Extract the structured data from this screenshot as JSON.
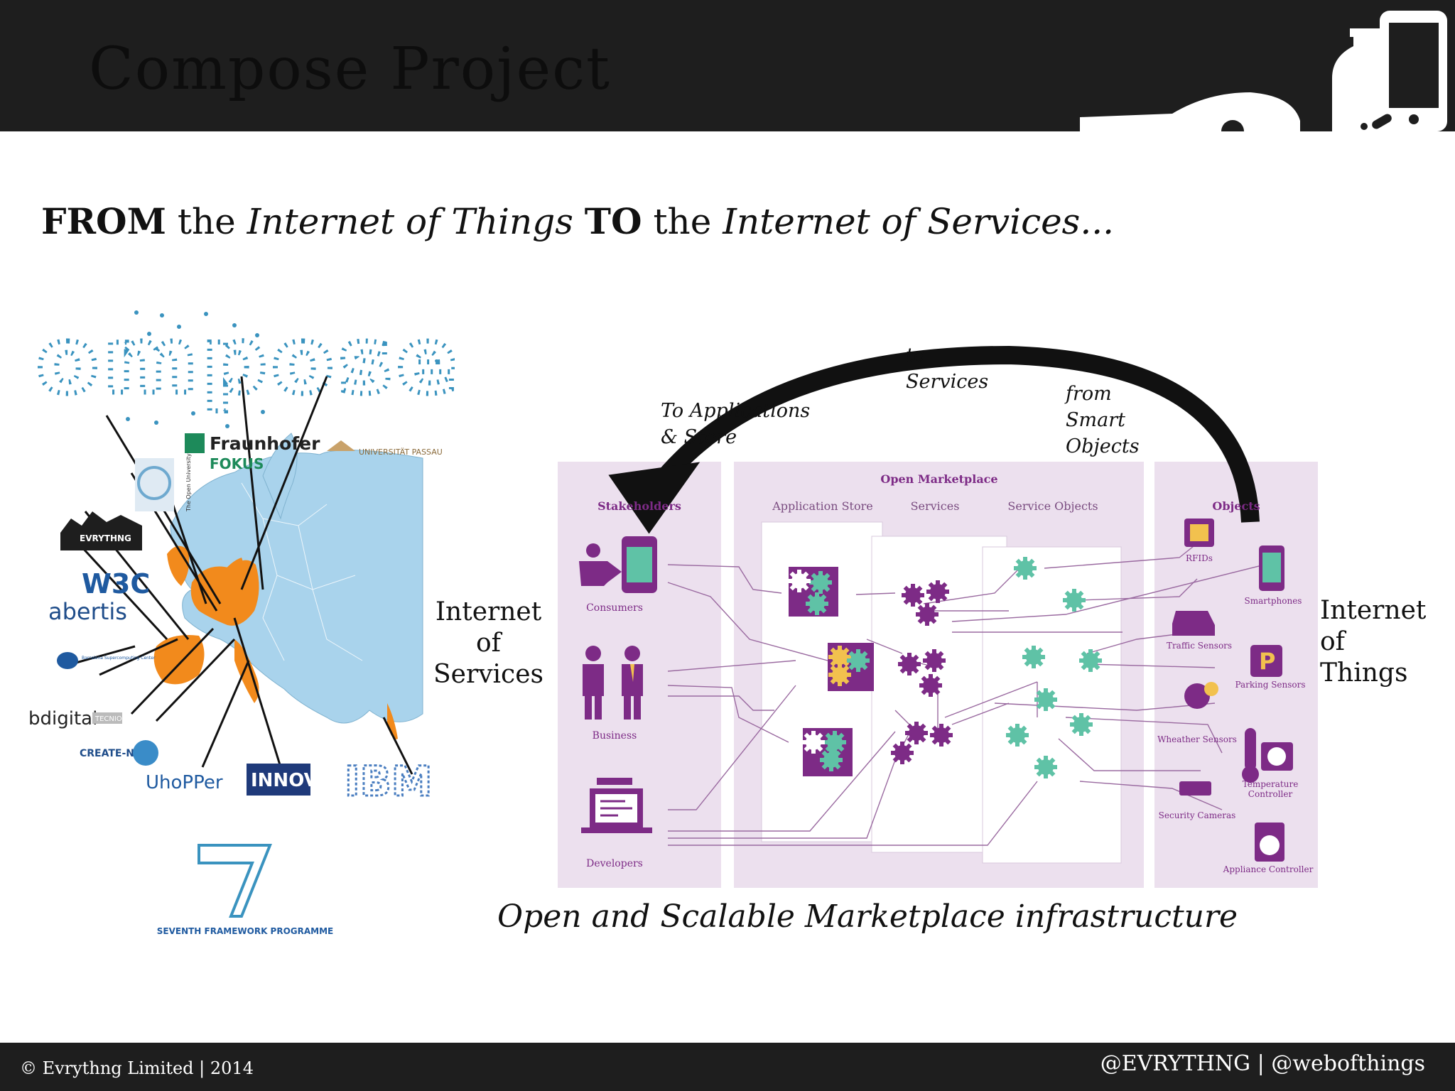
{
  "header": {
    "title": "Compose Project"
  },
  "subtitle": {
    "from": "FROM",
    "the1": "the",
    "iot": "Internet of  Things",
    "to": "TO",
    "the2": "the",
    "ios": "Internet of Services..."
  },
  "partners": {
    "compose_logo": "compose",
    "fraunhofer": "Fraunhofer",
    "fokus": "FOKUS",
    "passau": "UNIVERSITÄT PASSAU",
    "open_university": "The Open University",
    "evrythng": "EVRYTHNG",
    "w3c": "W3C",
    "abertis": "abertis",
    "bsc": "Barcelona Supercomputing Center",
    "bdigital": "bdigital",
    "tecno": "TECNIO",
    "create_net": "CREATE-NET",
    "uhopper": "UhoPPer",
    "innova": "INNOVA",
    "ibm": "IBM",
    "fp7": "SEVENTH FRAMEWORK PROGRAMME"
  },
  "diagram": {
    "label_ios": "Internet\nof\nServices",
    "label_iot": "Internet\nof\nThings",
    "arrow_to_apps": "To Applications\n& Store",
    "arrow_to_services": "to\nServices",
    "arrow_from_objects": "from\nSmart\nObjects",
    "stakeholders": {
      "title": "Stakeholders",
      "items": [
        "Consumers",
        "Business",
        "Developers"
      ]
    },
    "marketplace": {
      "title": "Open Marketplace",
      "columns": [
        "Application Store",
        "Services",
        "Service Objects"
      ]
    },
    "objects": {
      "title": "Objects",
      "items": [
        "RFIDs",
        "Smartphones",
        "Traffic Sensors",
        "Parking Sensors",
        "Wheather Sensors",
        "Temperature",
        "Controller",
        "Security Cameras",
        "Appliance Controller"
      ]
    },
    "tagline": "Open and Scalable  Marketplace infrastructure"
  },
  "footer": {
    "left": "© Evrythng Limited | 2014",
    "right": "@EVRYTHNG | @webofthings"
  },
  "colors": {
    "header_bg": "#1e1e1e",
    "purple": "#7d2b86",
    "teal": "#5fc2a6",
    "panel": "#ece0ee",
    "orange": "#f28a1c",
    "map_blue": "#a9d3ec",
    "compose_blue": "#3a93bf"
  }
}
